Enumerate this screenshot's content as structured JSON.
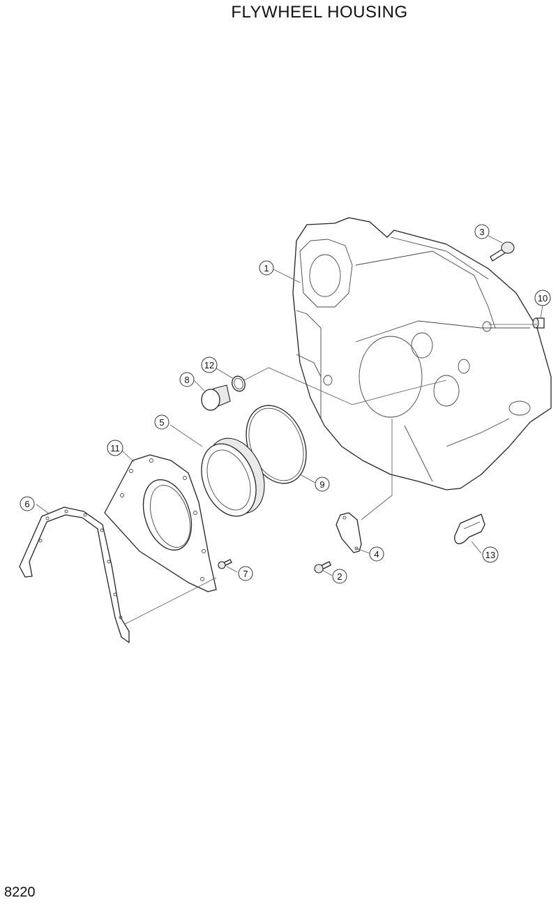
{
  "title": "FLYWHEEL HOUSING",
  "page_code": "8220",
  "callouts": [
    "1",
    "2",
    "3",
    "4",
    "5",
    "6",
    "7",
    "8",
    "9",
    "10",
    "11",
    "12",
    "13"
  ]
}
